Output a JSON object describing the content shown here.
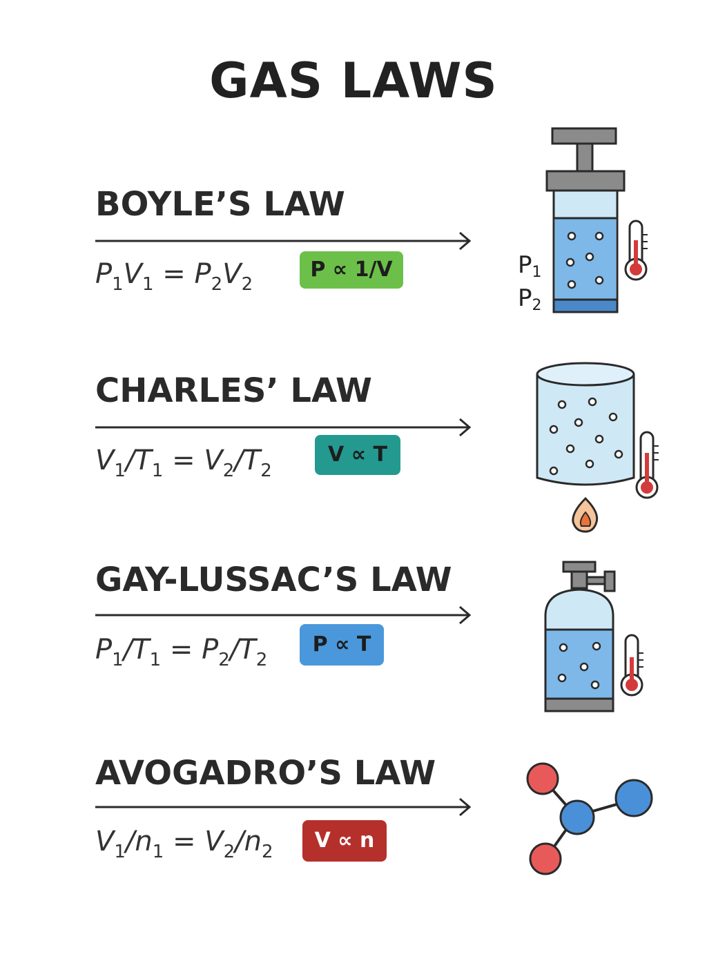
{
  "title": "GAS LAWS",
  "laws": [
    {
      "name": "BOYLE’S LAW",
      "formula": {
        "a": "P",
        "a1": "1",
        "b": "V",
        "b1": "1",
        "eq": " = ",
        "c": "P",
        "c1": "2",
        "d": "V",
        "d1": "2",
        "sep": ""
      },
      "badge": {
        "text": "P ∝ 1/V",
        "color": "#6cc04a"
      },
      "labels": {
        "p1": "P",
        "p1s": "1",
        "p2": "P",
        "p2s": "2"
      },
      "icon": "piston-cylinder-icon"
    },
    {
      "name": "CHARLES’ LAW",
      "formula": {
        "a": "V",
        "a1": "1",
        "b": "T",
        "b1": "1",
        "eq": " = ",
        "c": "V",
        "c1": "2",
        "d": "T",
        "d1": "2",
        "sep": "/"
      },
      "badge": {
        "text": "V ∝ T",
        "color": "#24998f"
      },
      "icon": "heated-cylinder-icon"
    },
    {
      "name": "GAY-LUSSAC’S LAW",
      "formula": {
        "a": "P",
        "a1": "1",
        "b": "T",
        "b1": "1",
        "eq": " = ",
        "c": "P",
        "c1": "2",
        "d": "T",
        "d1": "2",
        "sep": "/"
      },
      "badge": {
        "text": "P ∝ T",
        "color": "#4a98db"
      },
      "icon": "gas-tank-icon"
    },
    {
      "name": "AVOGADRO’S LAW",
      "formula": {
        "a": "V",
        "a1": "1",
        "b": "n",
        "b1": "1",
        "eq": " = ",
        "c": "V",
        "c1": "2",
        "d": "n",
        "d1": "2",
        "sep": "/"
      },
      "badge": {
        "text": "V ∝ n",
        "color": "#b5302b"
      },
      "icon": "molecule-icon"
    }
  ]
}
